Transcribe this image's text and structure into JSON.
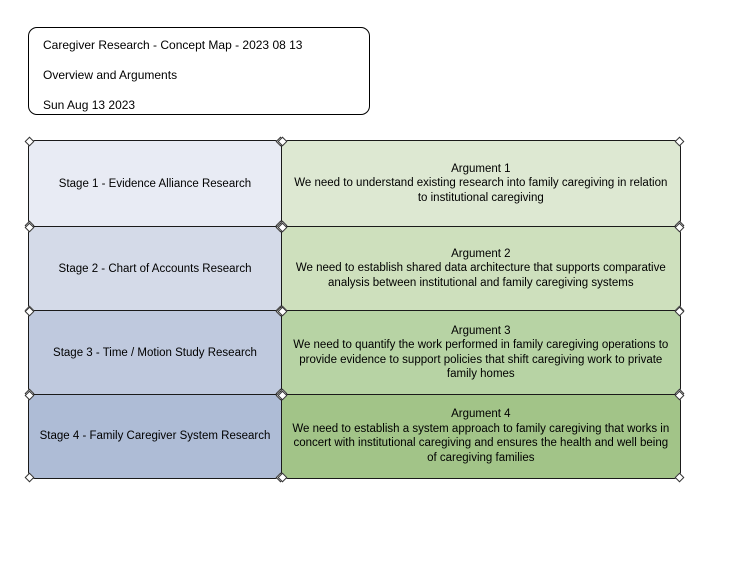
{
  "header": {
    "lines": [
      "Caregiver Research - Concept Map - 2023 08 13",
      "Overview and Arguments",
      "Sun Aug 13 2023"
    ]
  },
  "colors": {
    "background": "#ffffff",
    "border": "#1a1a1a",
    "title_border": "#000000",
    "stage_fills": [
      "#e8ebf4",
      "#d4dae8",
      "#bfc9de",
      "#aebcd6"
    ],
    "argument_fills": [
      "#dde8d2",
      "#cee0bd",
      "#b7d3a4",
      "#a2c488"
    ]
  },
  "rows": [
    {
      "stage_label": "Stage 1 - Evidence Alliance Research",
      "argument_title": "Argument 1",
      "argument_body": "We need to understand existing research into family caregiving in relation to institutional caregiving"
    },
    {
      "stage_label": "Stage 2 - Chart of Accounts Research",
      "argument_title": "Argument 2",
      "argument_body": "We need to establish shared data architecture that supports comparative analysis between institutional and family caregiving systems"
    },
    {
      "stage_label": "Stage 3 - Time / Motion Study Research",
      "argument_title": "Argument 3",
      "argument_body": "We need to quantify the work performed in family caregiving operations to provide evidence to support policies that shift caregiving work to private family homes"
    },
    {
      "stage_label": "Stage 4 - Family Caregiver System Research",
      "argument_title": "Argument 4",
      "argument_body": "We need to establish a system approach to family caregiving that works in concert with institutional caregiving and ensures the health and well being of caregiving families"
    }
  ]
}
